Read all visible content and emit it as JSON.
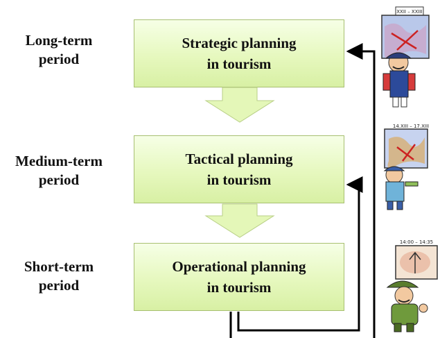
{
  "rows": [
    {
      "period": [
        "Long-term",
        "period"
      ],
      "planning": [
        "Strategic planning",
        "in tourism"
      ]
    },
    {
      "period": [
        "Medium-term",
        "period"
      ],
      "planning": [
        "Tactical planning",
        "in tourism"
      ]
    },
    {
      "period": [
        "Short-term",
        "period"
      ],
      "planning": [
        "Operational planning",
        "in tourism"
      ]
    }
  ],
  "illustrations": [
    {
      "icon": "general-with-map-illustration-icon",
      "caption": "XXII – XXIII"
    },
    {
      "icon": "officer-with-map-illustration-icon",
      "caption": "14.XIII – 17.XIII"
    },
    {
      "icon": "soldier-with-map-illustration-icon",
      "caption": "14:00 – 14:35"
    }
  ],
  "colors": {
    "box_fill": "#e6f8be",
    "box_border": "#a7bf71",
    "arrow_fill": "#e4f7b8",
    "arrow_stroke": "#b8cf86",
    "connector": "#000000"
  }
}
